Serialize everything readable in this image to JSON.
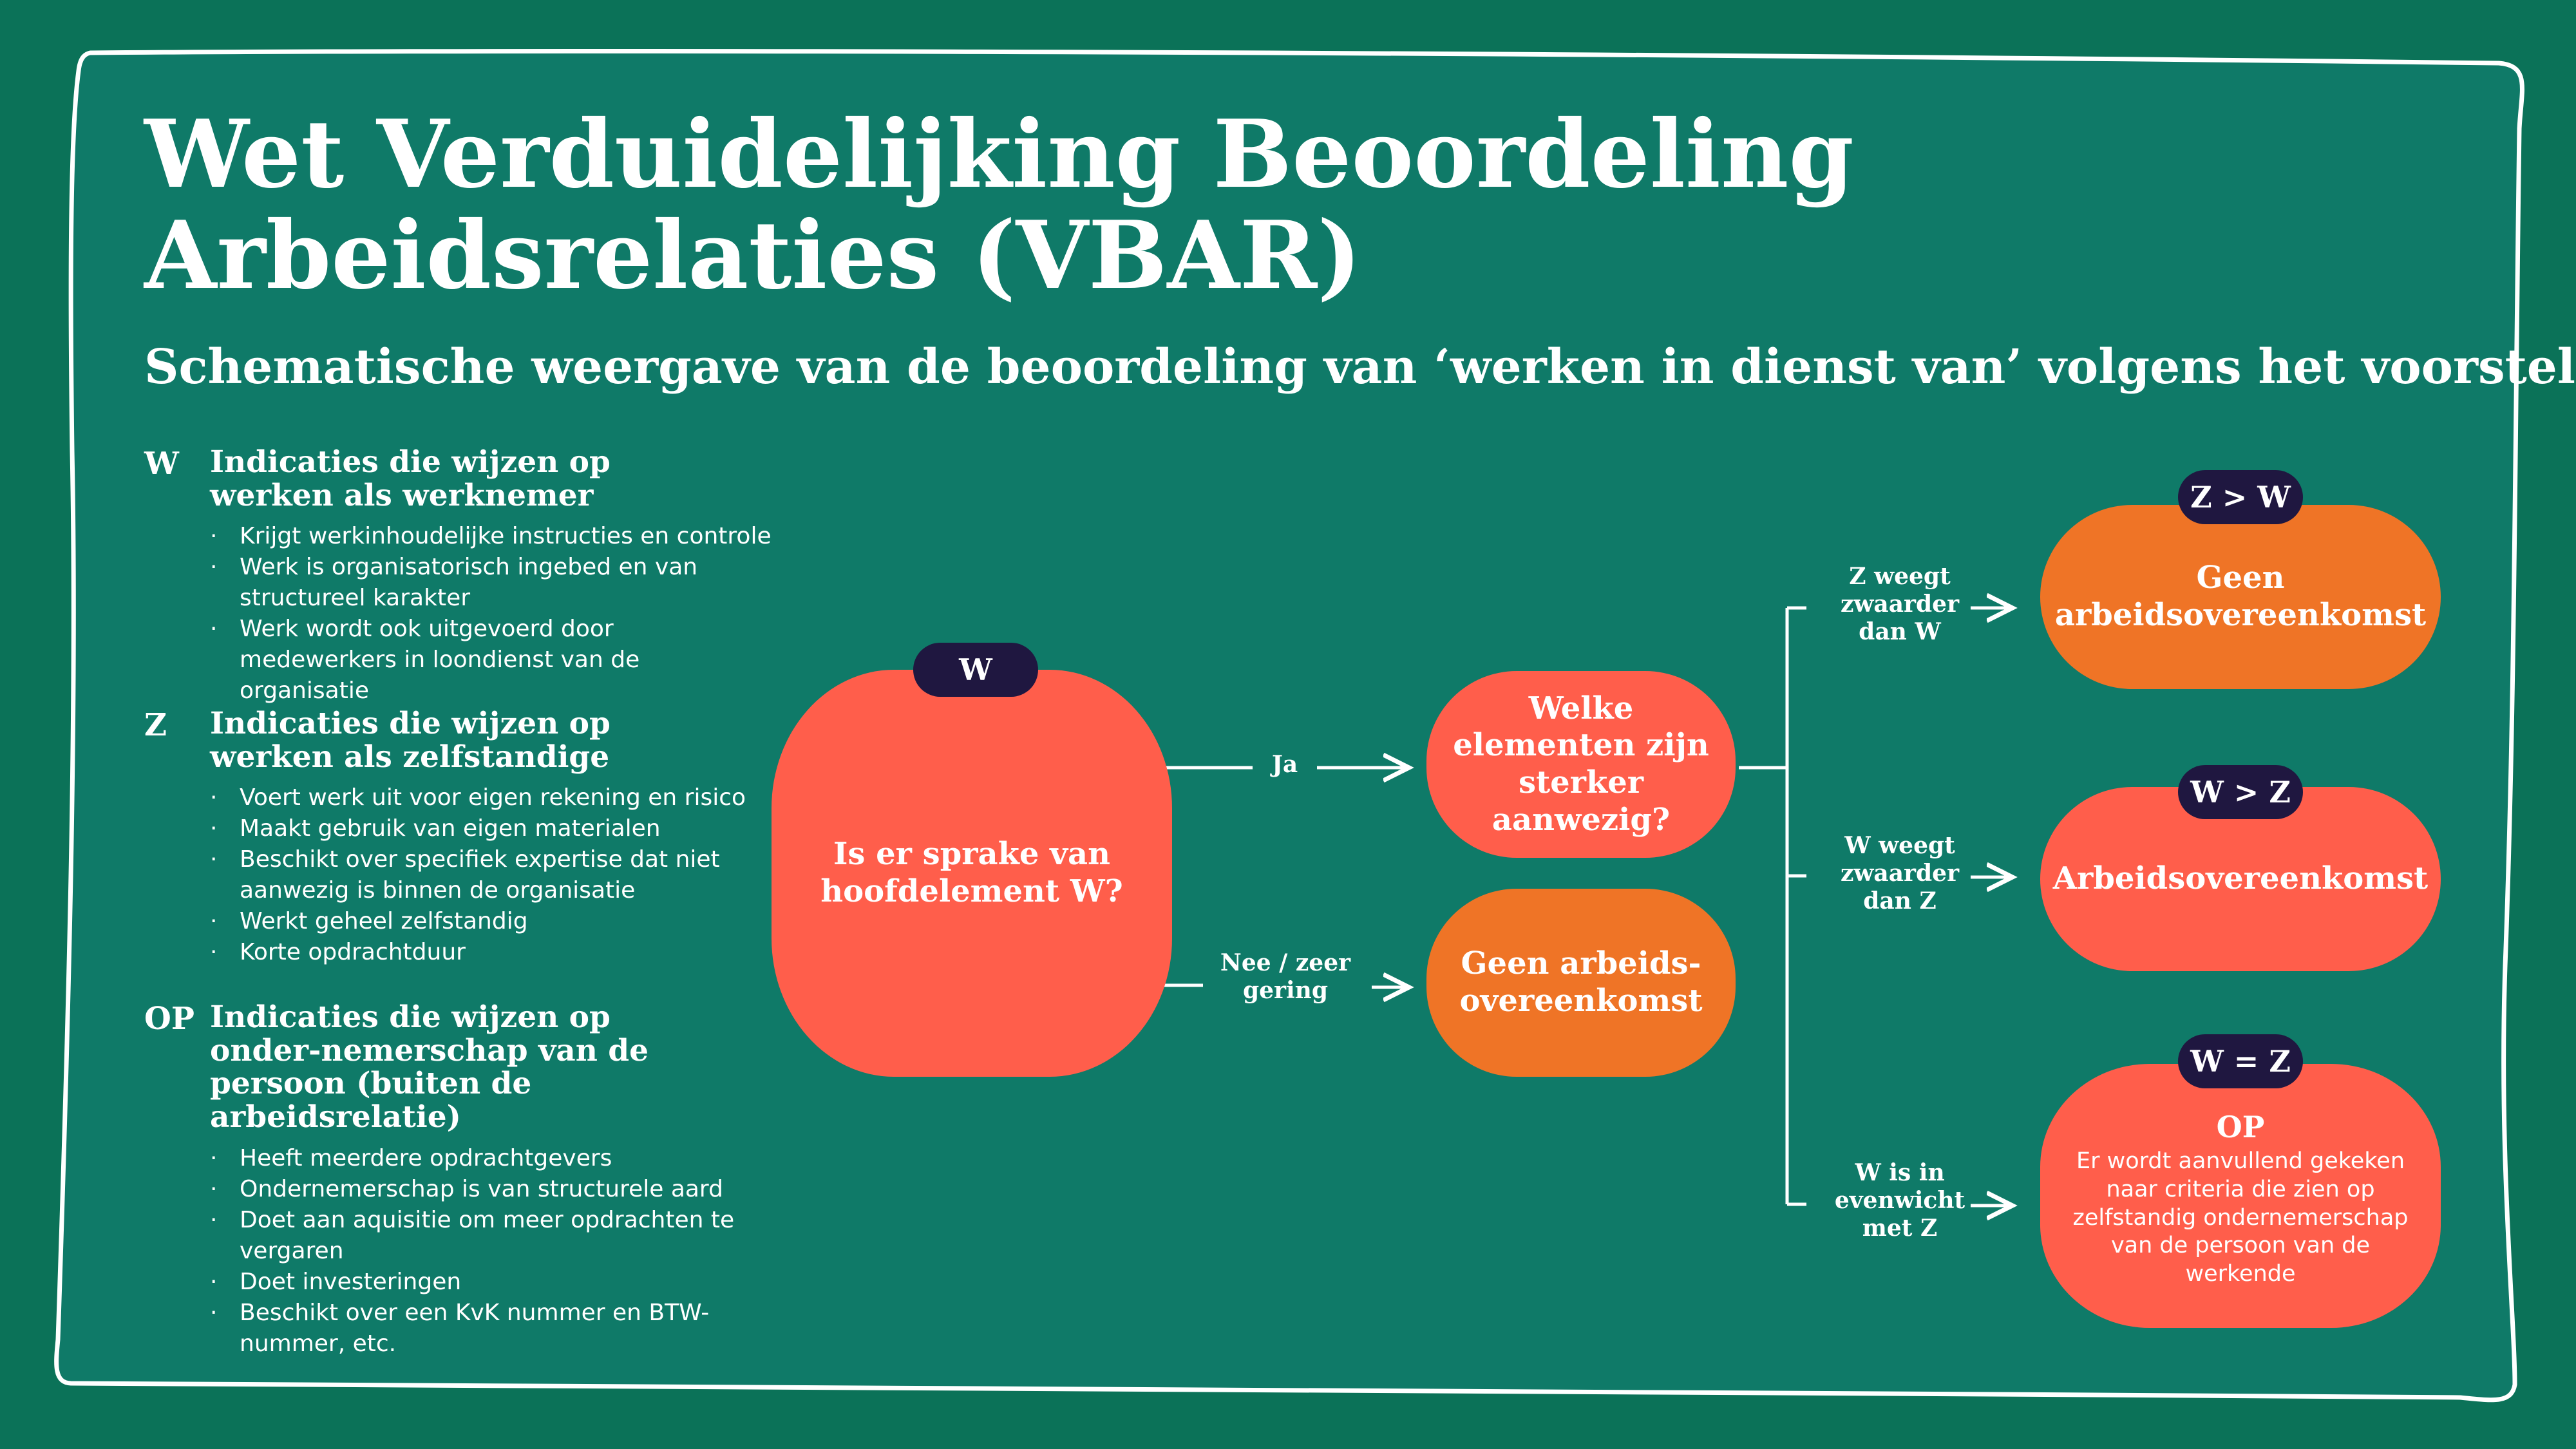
{
  "title": {
    "line1": "Wet Verduidelijking Beoordeling",
    "line2": "Arbeidsrelaties (VBAR)"
  },
  "subtitle": "Schematische weergave van de beoordeling van ‘werken in dienst van’ volgens het voorstel",
  "legend": [
    {
      "letter": "W",
      "heading": "Indicaties die wijzen op werken als werknemer",
      "items": [
        "Krijgt werkinhoudelijke instructies en controle",
        "Werk is organisatorisch ingebed en van structureel karakter",
        "Werk wordt ook uitgevoerd door medewerkers in loondienst van de organisatie"
      ]
    },
    {
      "letter": "Z",
      "heading": "Indicaties die wijzen op werken als zelfstandige",
      "items": [
        "Voert werk uit voor eigen rekening en risico",
        "Maakt gebruik van eigen materialen",
        "Beschikt over specifiek expertise dat niet aanwezig is binnen de organisatie",
        "Werkt geheel zelfstandig",
        "Korte opdrachtduur"
      ]
    },
    {
      "letter": "OP",
      "heading": "Indicaties die wijzen op onder-nemerschap van de persoon (buiten de arbeidsrelatie)",
      "items": [
        "Heeft meerdere opdrachtgevers",
        "Ondernemerschap is van structurele aard",
        "Doet aan aquisitie om meer opdrachten te vergaren",
        "Doet investeringen",
        "Beschikt over een KvK nummer en BTW-nummer, etc."
      ]
    }
  ],
  "flow": {
    "start": {
      "badge": "W",
      "text": "Is er sprake van hoofdelement W?"
    },
    "edge_yes": "Ja",
    "edge_no": "Nee / zeer gering",
    "compare": {
      "text": "Welke elementen zijn sterker aanwezig?"
    },
    "no_result": {
      "text": "Geen arbeids-overeenkomst"
    },
    "branches": [
      {
        "label": "Z weegt zwaarder dan W",
        "badge": "Z > W",
        "result": "Geen arbeidsovereenkomst"
      },
      {
        "label": "W weegt zwaarder dan Z",
        "badge": "W > Z",
        "result": "Arbeidsovereenkomst"
      },
      {
        "label": "W is in evenwicht met Z",
        "badge": "W = Z",
        "result": "OP",
        "description": "Er wordt aanvullend gekeken naar criteria die zien op zelfstandig ondernemerschap van de persoon van de werkende"
      }
    ]
  },
  "colors": {
    "background": "#0b7258",
    "panel": "#0f7a68",
    "coral": "#ff5e4b",
    "orange": "#ef7426",
    "badge": "#1f1740",
    "text": "#ffffff"
  }
}
